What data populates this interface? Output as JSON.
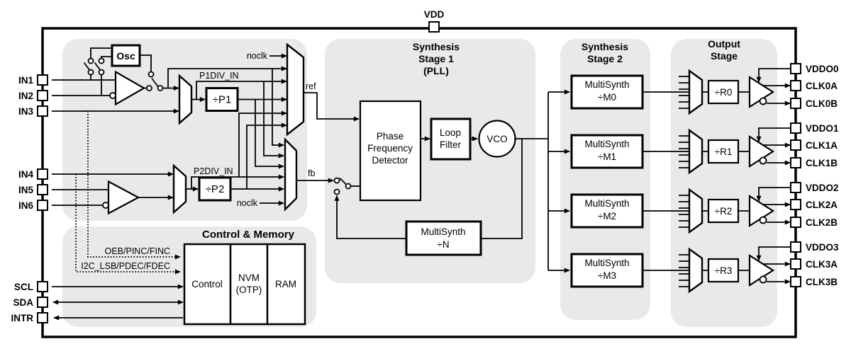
{
  "pins": {
    "top": "VDD",
    "left": [
      "IN1",
      "IN2",
      "IN3",
      "IN4",
      "IN5",
      "IN6",
      "SCL",
      "SDA",
      "INTR"
    ],
    "right": [
      "VDDO0",
      "CLK0A",
      "CLK0B",
      "VDDO1",
      "CLK1A",
      "CLK1B",
      "VDDO2",
      "CLK2A",
      "CLK2B",
      "VDDO3",
      "CLK3A",
      "CLK3B"
    ]
  },
  "sections": {
    "stage1": [
      "Synthesis",
      "Stage 1",
      "(PLL)"
    ],
    "stage2": [
      "Synthesis",
      "Stage 2"
    ],
    "output_stage": [
      "Output",
      "Stage"
    ],
    "control_memory": "Control & Memory"
  },
  "blocks": {
    "osc": "Osc",
    "div_p1": "÷P1",
    "div_p2": "÷P2",
    "pfd": [
      "Phase",
      "Frequency",
      "Detector"
    ],
    "loop_filter": [
      "Loop",
      "Filter"
    ],
    "vco": "VCO",
    "multisynth_n": [
      "MultiSynth",
      "÷N"
    ],
    "multisynth_m0": [
      "MultiSynth",
      "÷M0"
    ],
    "multisynth_m1": [
      "MultiSynth",
      "÷M1"
    ],
    "multisynth_m2": [
      "MultiSynth",
      "÷M2"
    ],
    "multisynth_m3": [
      "MultiSynth",
      "÷M3"
    ],
    "div_r0": "÷R0",
    "div_r1": "÷R1",
    "div_r2": "÷R2",
    "div_r3": "÷R3",
    "control": "Control",
    "nvm": [
      "NVM",
      "(OTP)"
    ],
    "ram": "RAM"
  },
  "signals": {
    "noclk_top": "noclk",
    "noclk_bottom": "noclk",
    "ref": "ref",
    "fb": "fb",
    "p1div_in": "P1DIV_IN",
    "p2div_in": "P2DIV_IN",
    "oeb_pinc_finc": "OEB/PINC/FINC",
    "i2c_lsb_pdec_fdec": "I2C_LSB/PDEC/FDEC"
  },
  "colors": {
    "region_bg": "#e9e9e9",
    "line": "#000000",
    "background": "#ffffff"
  }
}
